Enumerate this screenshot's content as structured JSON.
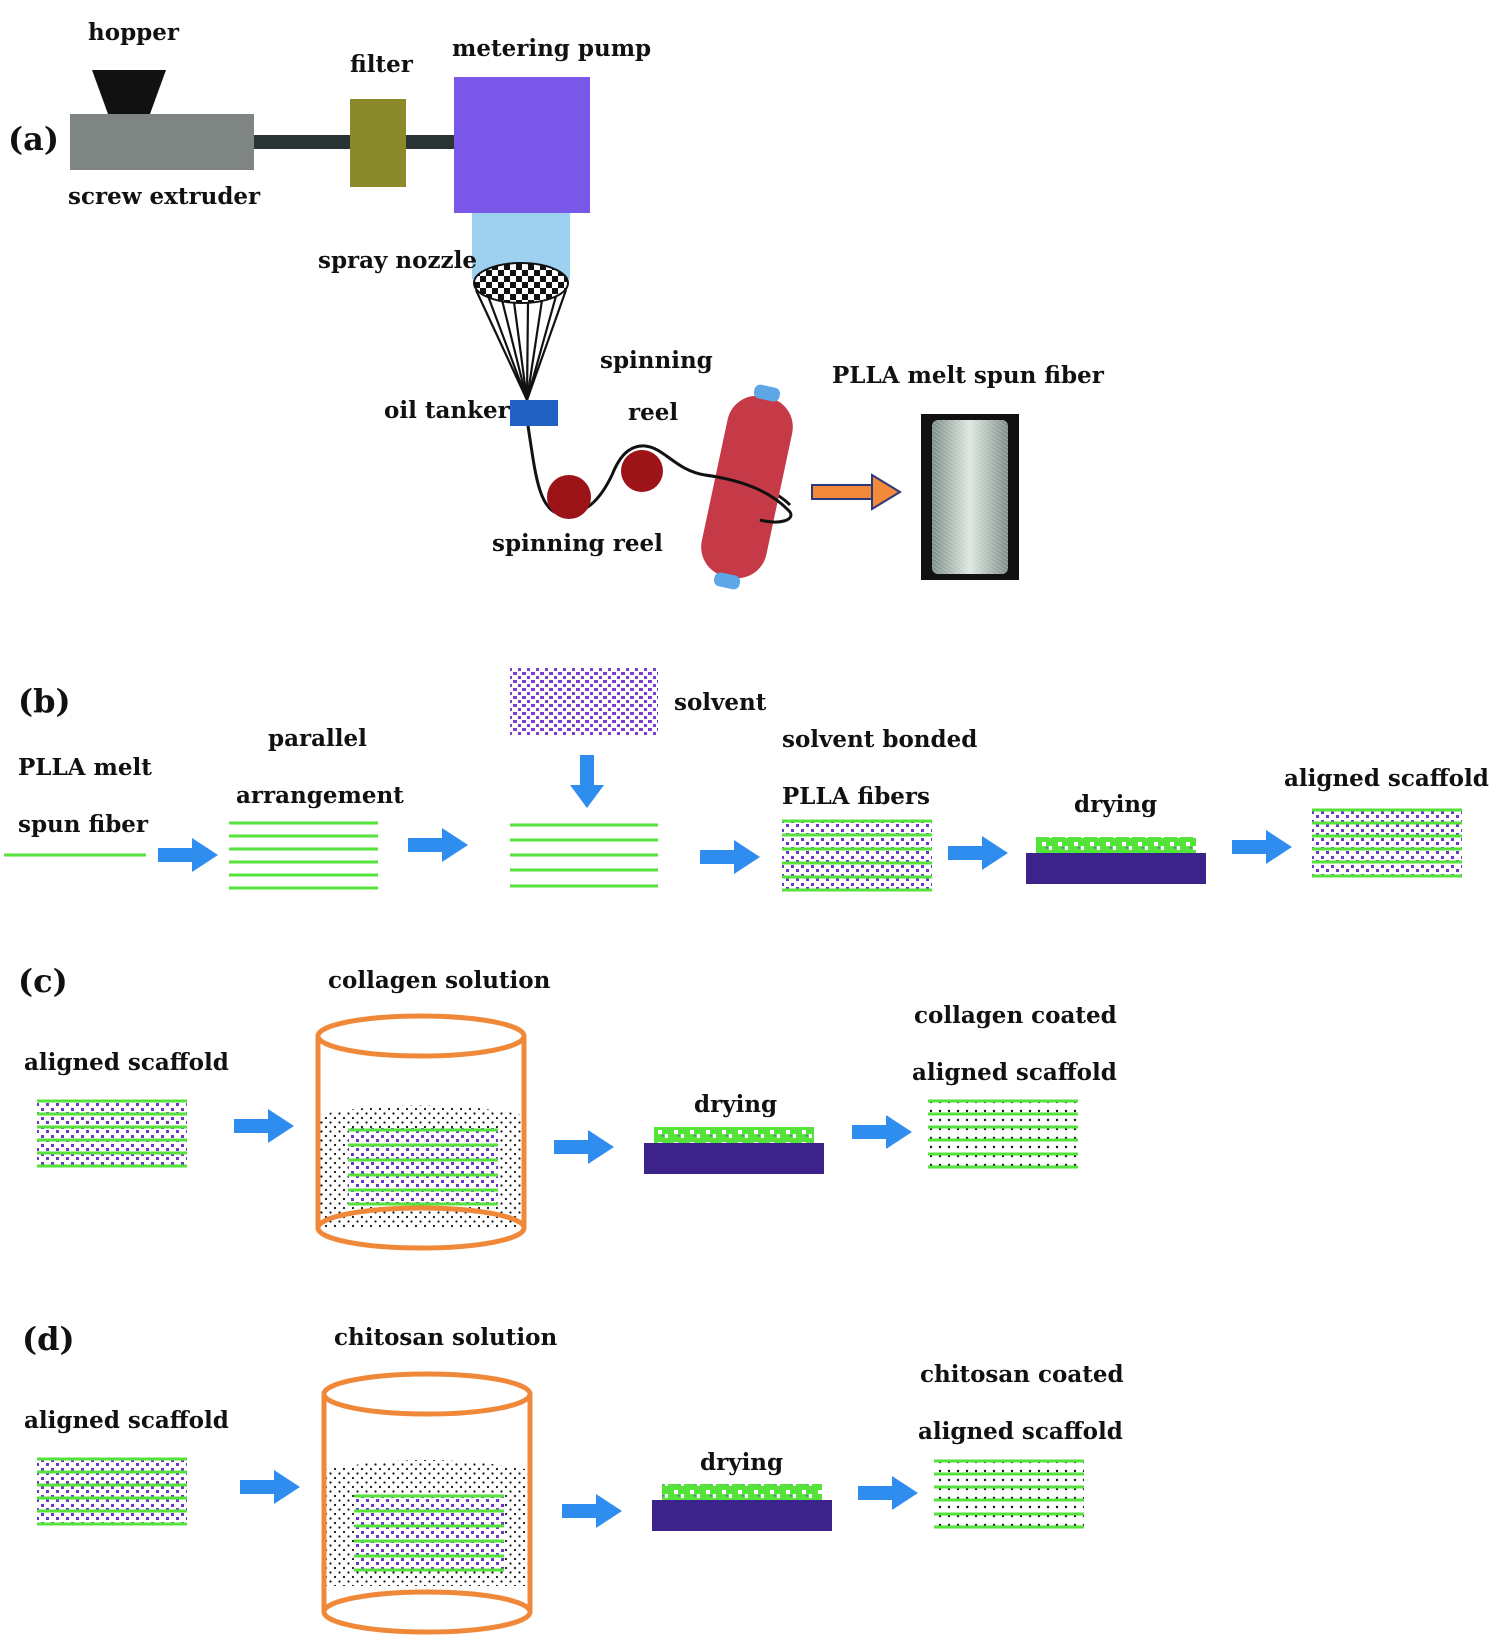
{
  "colors": {
    "fiber_green": "#55e23a",
    "arrow_blue": "#2f8df0",
    "arrow_orange": "#f2893b",
    "solvent_purple": "#6d35c9",
    "substrate_navy": "#3b238a",
    "bucket_orange": "#f0883a",
    "extruder_gray": "#7e8582",
    "filter_olive": "#8a8a2b",
    "pump_violet": "#7958e9",
    "nozzle_blue": "#9ed1ef",
    "tanker_blue": "#2161c4",
    "reel_red": "#c9303e",
    "spool_red": "#c63a47",
    "spool_cap_blue": "#5ea7e6"
  },
  "panel_a": {
    "label": "(a)",
    "hopper": "hopper",
    "filter": "filter",
    "metering_pump": "metering pump",
    "screw_extruder": "screw extruder",
    "spray_nozzle": "spray nozzle",
    "spinning": "spinning",
    "oil_tanker": "oil tanker",
    "reel": "reel",
    "spinning_reel": "spinning reel",
    "product": "PLLA melt spun fiber"
  },
  "panel_b": {
    "label": "(b)",
    "step1_line1": "PLLA melt",
    "step1_line2": "spun fiber",
    "step2_line1": "parallel",
    "step2_line2": "arrangement",
    "solvent": "solvent",
    "step4_line1": "solvent bonded",
    "step4_line2": "PLLA fibers",
    "drying": "drying",
    "result": "aligned scaffold"
  },
  "panel_c": {
    "label": "(c)",
    "input": "aligned scaffold",
    "bath": "collagen solution",
    "drying": "drying",
    "result_line1": "collagen coated",
    "result_line2": "aligned scaffold"
  },
  "panel_d": {
    "label": "(d)",
    "input": "aligned scaffold",
    "bath": "chitosan solution",
    "drying": "drying",
    "result_line1": "chitosan coated",
    "result_line2": "aligned scaffold"
  }
}
